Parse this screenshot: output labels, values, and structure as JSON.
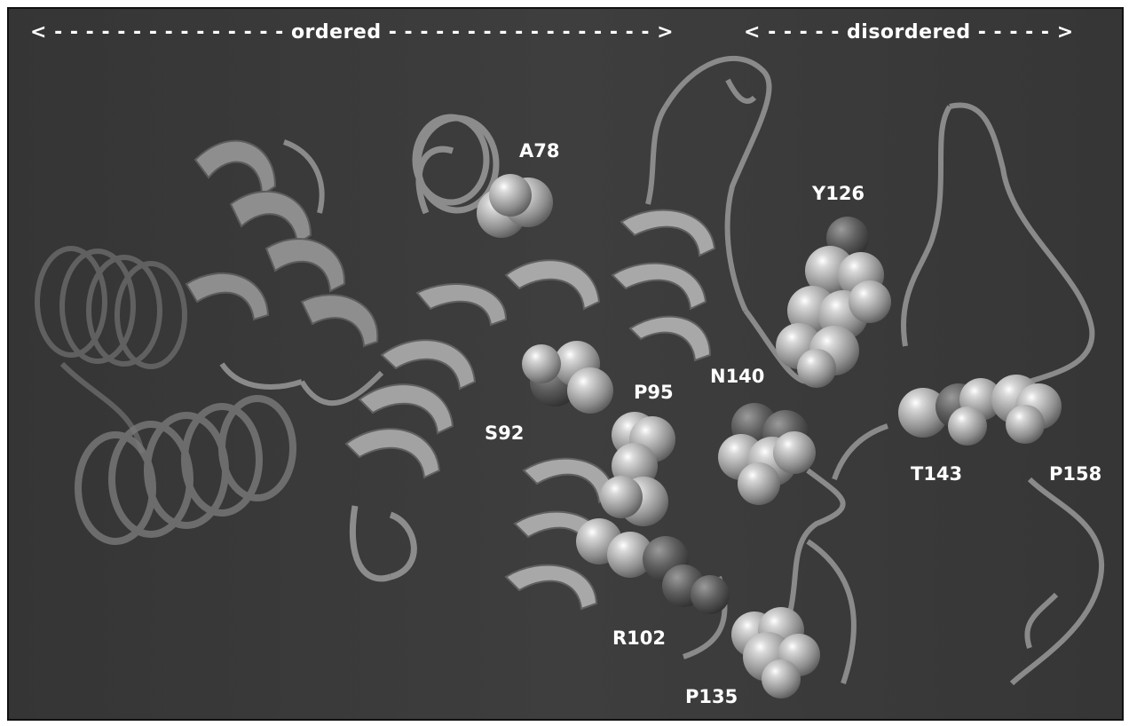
{
  "header": {
    "ordered": "< - - - - - - - - - - - - - - - ordered - - - - - - - - - - - - - - - - - >",
    "disordered": "< - - - - - disordered - - - - - >"
  },
  "residues": {
    "a78": "A78",
    "y126": "Y126",
    "s92": "S92",
    "p95": "P95",
    "n140": "N140",
    "t143": "T143",
    "p158": "P158",
    "r102": "R102",
    "p135": "P135"
  },
  "colors": {
    "background": "#3a3a3a",
    "ribbon": "#9a9a9a",
    "sphere_light": "#c8c8c8",
    "sphere_dark": "#5a5a5a",
    "label": "#ffffff"
  }
}
